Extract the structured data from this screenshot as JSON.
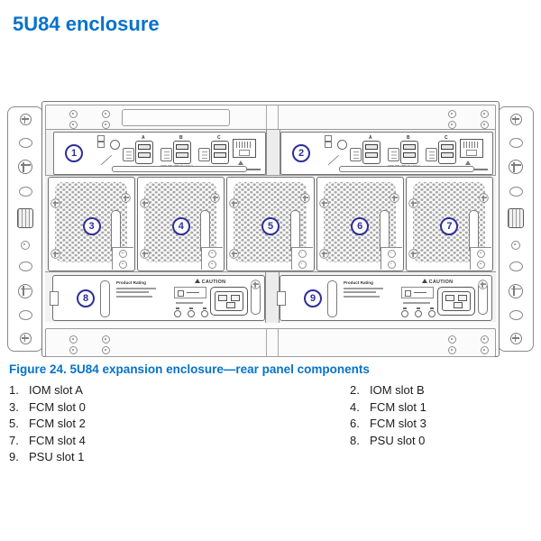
{
  "page": {
    "title": "5U84 enclosure"
  },
  "figure": {
    "caption": "Figure 24. 5U84 expansion enclosure—rear panel components"
  },
  "diagram": {
    "callouts": [
      "1",
      "2",
      "3",
      "4",
      "5",
      "6",
      "7",
      "8",
      "9"
    ],
    "iom": {
      "port_a": "A",
      "port_b": "B",
      "port_c": "C",
      "server_attach": "SERVER ATTACH ONLY"
    },
    "psu": {
      "product_rating": "Product Rating",
      "caution": "CAUTION"
    }
  },
  "legend": {
    "items": [
      {
        "num": "1.",
        "label": "IOM slot A"
      },
      {
        "num": "2.",
        "label": "IOM slot B"
      },
      {
        "num": "3.",
        "label": "FCM slot 0"
      },
      {
        "num": "4.",
        "label": "FCM slot 1"
      },
      {
        "num": "5.",
        "label": "FCM slot 2"
      },
      {
        "num": "6.",
        "label": "FCM slot 3"
      },
      {
        "num": "7.",
        "label": "FCM slot 4"
      },
      {
        "num": "8.",
        "label": "PSU slot 0"
      },
      {
        "num": "9.",
        "label": "PSU slot 1"
      }
    ]
  },
  "colors": {
    "accent": "#0672cb",
    "callout": "#2e2e9b",
    "line": "#787878"
  }
}
